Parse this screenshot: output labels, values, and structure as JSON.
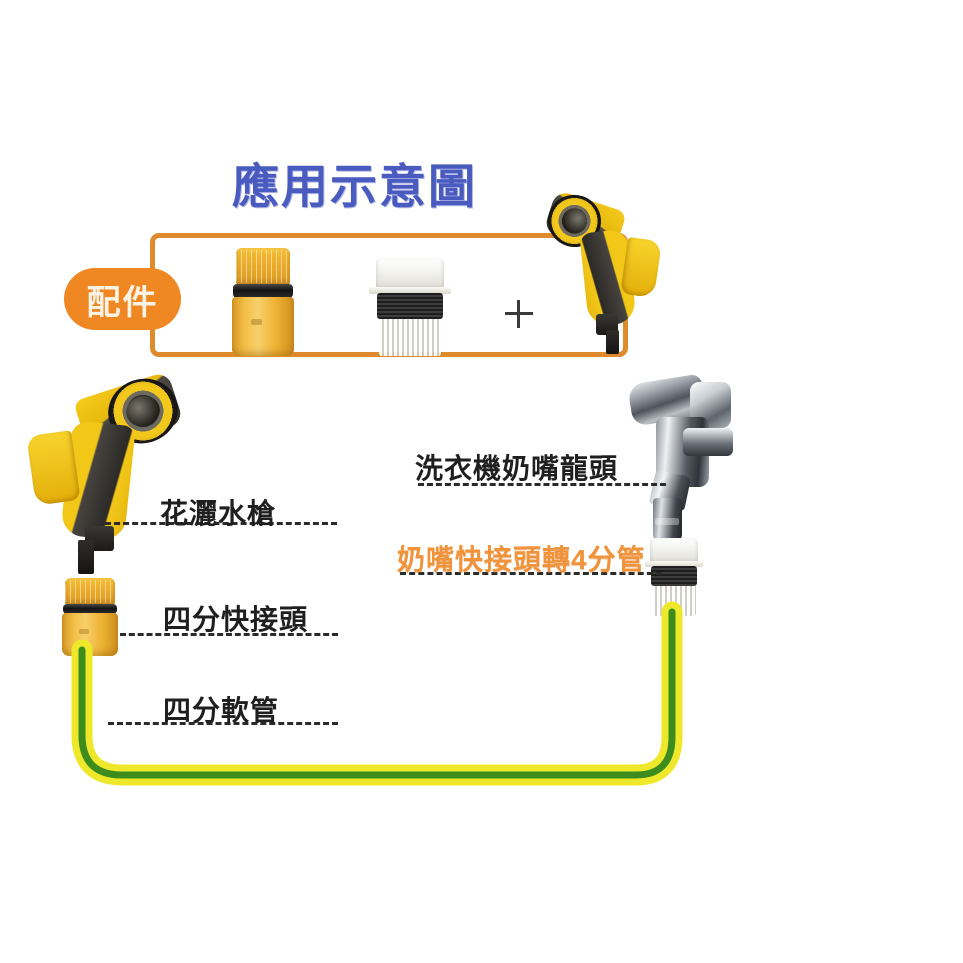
{
  "page": {
    "title_text": "應用示意圖",
    "background": "#ffffff"
  },
  "colors": {
    "title": "#4a5bc0",
    "frame": "#e08a2e",
    "badge": "#ef8723",
    "badge_text": "#fdf3e5",
    "orange_label": "#f0933a",
    "label_text": "#1f1f1f",
    "hose_yellow": "#efe82a",
    "hose_green": "#3c8c1e",
    "connector_yellow": "#f2b62f",
    "plus": "#3a3a3a"
  },
  "accessory_box": {
    "badge_label": "配件",
    "plus_symbol": "+",
    "items": [
      {
        "name": "quick-connector",
        "icon": "yellow-quick-connector-icon"
      },
      {
        "name": "nipple-adapter",
        "icon": "white-nipple-adapter-icon"
      },
      {
        "name": "spray-gun",
        "icon": "spray-gun-icon"
      }
    ]
  },
  "labels": [
    {
      "id": "spray-gun",
      "text": "花灑水槍",
      "color": "#1f1f1f"
    },
    {
      "id": "washer-faucet",
      "text": "洗衣機奶嘴龍頭",
      "color": "#1f1f1f"
    },
    {
      "id": "nipple-adapter",
      "text": "奶嘴快接頭轉4分管",
      "color": "#f0933a"
    },
    {
      "id": "quick-connector",
      "text": "四分快接頭",
      "color": "#1f1f1f"
    },
    {
      "id": "hose",
      "text": "四分軟管",
      "color": "#1f1f1f"
    }
  ],
  "parts": [
    {
      "id": "spray-gun-left",
      "icon": "spray-gun-icon"
    },
    {
      "id": "spray-gun-top",
      "icon": "spray-gun-icon"
    },
    {
      "id": "quick-connector-left",
      "icon": "yellow-quick-connector-icon"
    },
    {
      "id": "faucet",
      "icon": "chrome-faucet-icon"
    },
    {
      "id": "nipple-adapter-right",
      "icon": "white-nipple-adapter-icon"
    },
    {
      "id": "hose",
      "icon": "garden-hose-icon"
    }
  ]
}
